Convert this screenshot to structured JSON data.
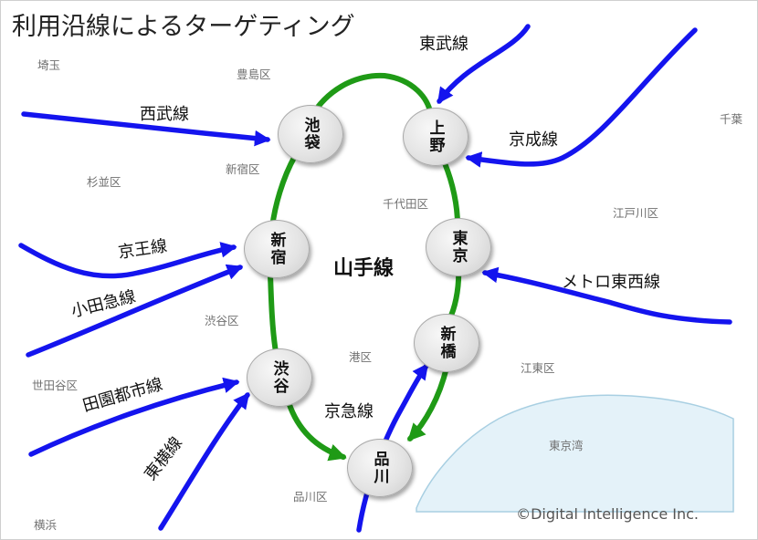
{
  "title": "利用沿線によるターゲティング",
  "loop_label": "山手線",
  "copyright": "©Digital Intelligence Inc.",
  "colors": {
    "yamanote_green": "#1f9a16",
    "feeder_blue": "#1414ee",
    "bay_fill": "#e4f2f9",
    "bay_stroke": "#a8cfe2"
  },
  "stations": [
    {
      "id": "ikebukuro",
      "label": "池袋"
    },
    {
      "id": "ueno",
      "label": "上野"
    },
    {
      "id": "shinjuku",
      "label": "新宿"
    },
    {
      "id": "tokyo",
      "label": "東京"
    },
    {
      "id": "shibuya",
      "label": "渋谷"
    },
    {
      "id": "shimbashi",
      "label": "新橋"
    },
    {
      "id": "shinagawa",
      "label": "品川"
    }
  ],
  "lines": [
    {
      "id": "tobu",
      "label": "東武線"
    },
    {
      "id": "seibu",
      "label": "西武線"
    },
    {
      "id": "keisei",
      "label": "京成線"
    },
    {
      "id": "keio",
      "label": "京王線"
    },
    {
      "id": "odakyu",
      "label": "小田急線"
    },
    {
      "id": "metro_tozai",
      "label": "メトロ東西線"
    },
    {
      "id": "denentoshi",
      "label": "田園都市線"
    },
    {
      "id": "toyoko",
      "label": "東横線"
    },
    {
      "id": "keikyu",
      "label": "京急線"
    }
  ],
  "areas": [
    {
      "id": "saitama",
      "label": "埼玉"
    },
    {
      "id": "toshima",
      "label": "豊島区"
    },
    {
      "id": "chiba",
      "label": "千葉"
    },
    {
      "id": "shinjuku_ku",
      "label": "新宿区"
    },
    {
      "id": "suginami",
      "label": "杉並区"
    },
    {
      "id": "chiyoda",
      "label": "千代田区"
    },
    {
      "id": "edogawa",
      "label": "江戸川区"
    },
    {
      "id": "shibuya_ku",
      "label": "渋谷区"
    },
    {
      "id": "minato",
      "label": "港区"
    },
    {
      "id": "setagaya",
      "label": "世田谷区"
    },
    {
      "id": "koto",
      "label": "江東区"
    },
    {
      "id": "tokyo_bay",
      "label": "東京湾"
    },
    {
      "id": "shinagawa_ku",
      "label": "品川区"
    },
    {
      "id": "yokohama",
      "label": "横浜"
    }
  ]
}
